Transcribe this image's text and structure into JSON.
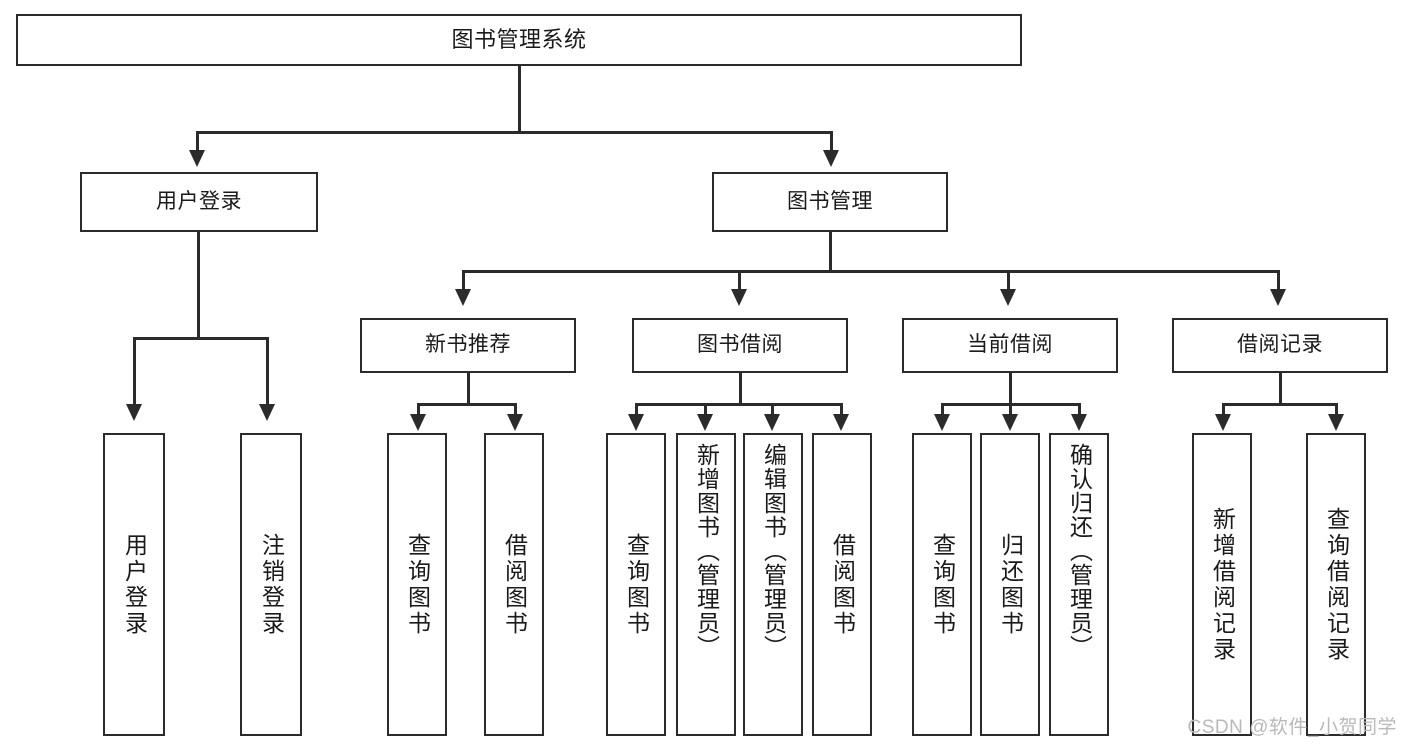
{
  "diagram": {
    "title": "图书管理系统",
    "type": "tree-hierarchy-chart",
    "watermark": "CSDN @软件_小贺同学",
    "colors": {
      "stroke": "#2b2b2b",
      "fill": "#ffffff",
      "text": "#1a1a1a",
      "watermark": "#b9b9b9"
    },
    "nodes": {
      "root": "图书管理系统",
      "level2": {
        "user_login": "用户登录",
        "book_manage": "图书管理"
      },
      "level3": {
        "new_book_rec": "新书推荐",
        "book_borrow": "图书借阅",
        "current_borrow": "当前借阅",
        "borrow_record": "借阅记录"
      },
      "leaves": {
        "user_login_1": "用户登录",
        "user_login_2": "注销登录",
        "new_book_rec_1": "查询图书",
        "new_book_rec_2": "借阅图书",
        "book_borrow_1": "查询图书",
        "book_borrow_2": "新增图书（管理员）",
        "book_borrow_3": "编辑图书（管理员）",
        "book_borrow_4": "借阅图书",
        "current_borrow_1": "查询图书",
        "current_borrow_2": "归还图书",
        "current_borrow_3": "确认归还（管理员）",
        "borrow_record_1": "新增借阅记录",
        "borrow_record_2": "查询借阅记录"
      }
    }
  }
}
